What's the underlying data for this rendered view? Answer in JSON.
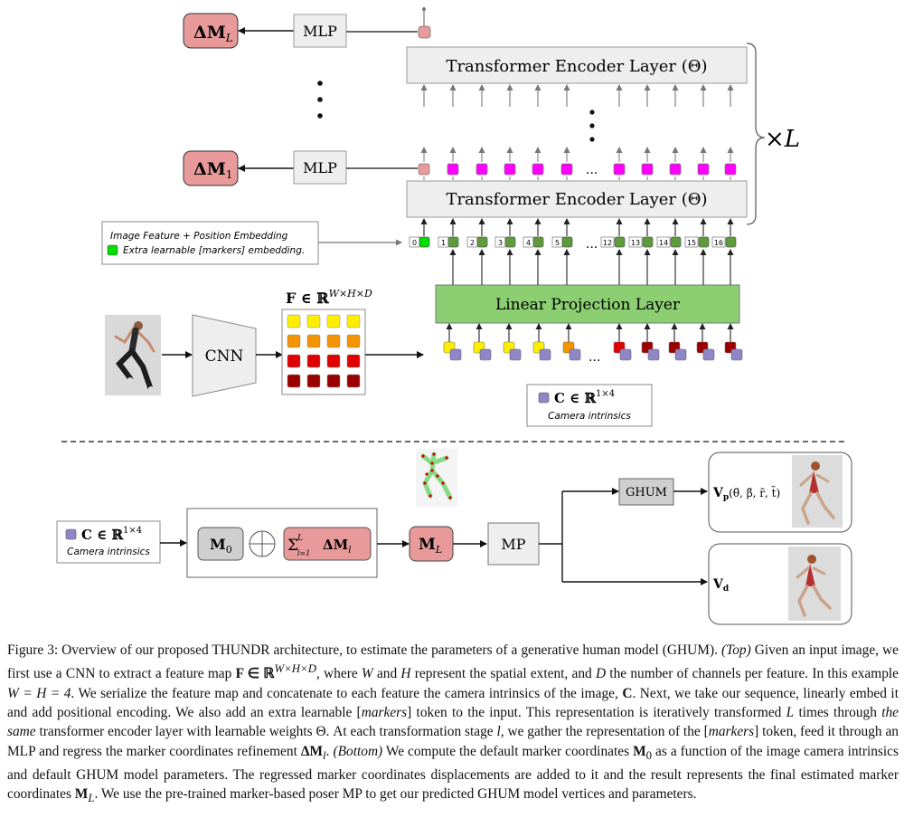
{
  "colors": {
    "delta_box": "#e8999a",
    "marker_token": "#e8999a",
    "magenta_token": "#ff00ff",
    "green_token": "#5e9b3a",
    "bright_green": "#00dd00",
    "linear_proj": "#8ccf72",
    "mlp_box": "#eeeeee",
    "feature_yellow": "#ffee00",
    "feature_orange": "#f39400",
    "feature_red": "#e00000",
    "feature_darkred": "#9b0000",
    "camera_purple": "#8f86c8"
  },
  "top": {
    "delta_L": {
      "base": "ΔM",
      "sub": "L"
    },
    "delta_1": {
      "base": "ΔM",
      "sub": "1"
    },
    "mlp_label": "MLP",
    "transformer_label": "Transformer Encoder Layer (Θ)",
    "times_L": "×L",
    "ellipsis": "...",
    "legend_line1": "Image Feature + Position Embedding",
    "legend_line2": "Extra learnable [markers] embedding.",
    "linear_projection_label": "Linear Projection  Layer",
    "cnn_label": "CNN",
    "feature_map_label": "F ∈ ℝ",
    "feature_map_sup": "W×H×D",
    "camera_label": "C ∈ ℝ",
    "camera_sup": "1×4",
    "camera_caption": "Camera intrinsics",
    "token_indices": [
      "0",
      "1",
      "2",
      "3",
      "4",
      "5",
      "12",
      "13",
      "14",
      "15",
      "16"
    ]
  },
  "bottom": {
    "camera_label": "C ∈ ℝ",
    "camera_sup": "1×4",
    "camera_caption": "Camera intrinsics",
    "m0": {
      "base": "M",
      "sub": "0"
    },
    "sum_label": "Σ",
    "sum_limits": {
      "upper": "L",
      "lower": "l=1"
    },
    "sum_term": {
      "base": "ΔM",
      "sub": "l"
    },
    "ml": {
      "base": "M",
      "sub": "L"
    },
    "mp_label": "MP",
    "ghum_label": "GHUM",
    "vp_label": "V",
    "vp_sub": "p",
    "vp_params": "(θ̃, β̃, r̃, t̃)",
    "vd_label": "V",
    "vd_sub": "d"
  },
  "caption": {
    "fig_label": "Figure 3:",
    "p1": " Overview of our proposed THUNDR architecture, to estimate the parameters of a generative human model (GHUM). ",
    "top_tag": "(Top)",
    "p2": " Given an input image, we first use a CNN to extract a feature map ",
    "p3": ", where ",
    "p4": " and ",
    "p5": " represent the spatial extent, and ",
    "p6": " the number of channels per feature. In this example ",
    "p7": ". We serialize the feature map and concatenate to each feature the camera intrinsics of the image, ",
    "p8": ". Next, we take our sequence, linearly embed it and add positional encoding. We also add an extra learnable [",
    "markers1": "markers",
    "p9": "] token to the input. This representation is iteratively transformed ",
    "p10": " times through ",
    "same": "the same",
    "p11": " transformer encoder layer with learnable weights Θ. At each transformation stage ",
    "p12": ", we gather the representation of the [",
    "markers2": "markers",
    "p13": "] token, feed it through an MLP and regress the marker coordinates refinement ",
    "bottom_tag": "(Bottom)",
    "p14": " We compute the default marker coordinates ",
    "p15": " as a function of the image camera intrinsics and default GHUM model parameters. The regressed marker coordinates displacements are added to it and the result represents the final estimated marker coordinates ",
    "p16": ". We use the pre-trained marker-based poser MP to get our predicted GHUM model vertices and parameters.",
    "m_F": "F ∈ ℝ",
    "m_F_sup": "W×H×D",
    "m_W": "W",
    "m_H": "H",
    "m_D": "D",
    "m_WH": "W = H = 4",
    "m_C": "C",
    "m_L": "L",
    "m_l": "l",
    "m_dM": "ΔM",
    "m_dM_sub": "l",
    "m_M0": "M",
    "m_M0_sub": "0",
    "m_ML": "M",
    "m_ML_sub": "L"
  }
}
